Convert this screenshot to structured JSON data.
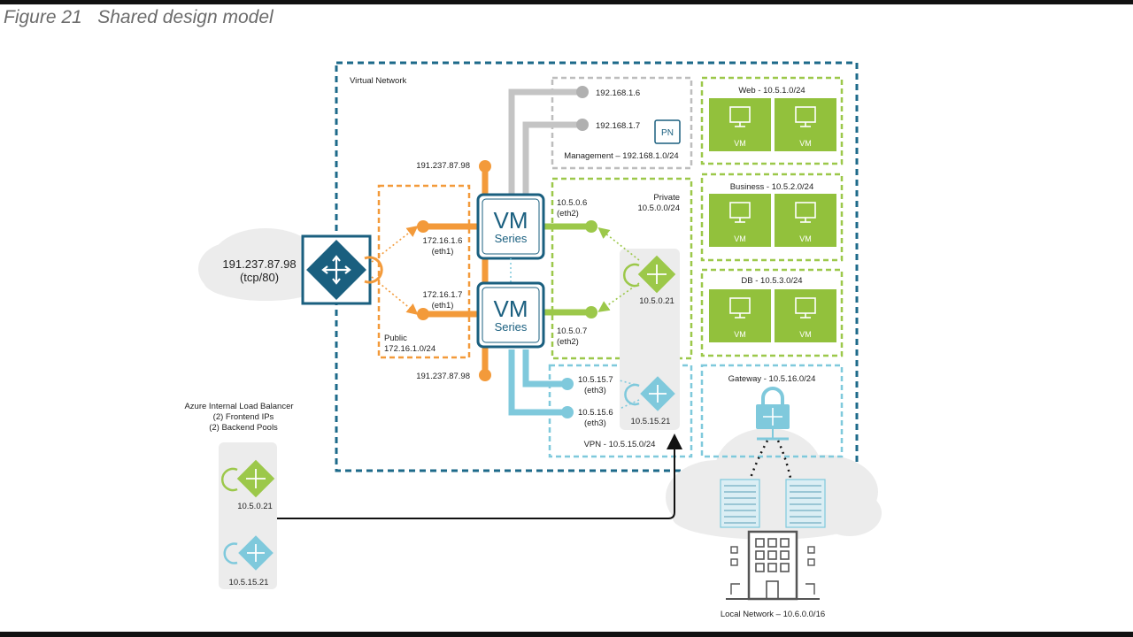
{
  "figure_caption": "Figure 21   Shared design model",
  "virtual_network_label": "Virtual Network",
  "internet": {
    "ip": "191.237.87.98",
    "port": "(tcp/80)"
  },
  "public": {
    "title": "Public",
    "subnet": "172.16.1.0/24",
    "top_ip": "191.237.87.98",
    "bottom_ip": "191.237.87.98",
    "eth1_a_ip": "172.16.1.6",
    "eth1_a_if": "(eth1)",
    "eth1_b_ip": "172.16.1.7",
    "eth1_b_if": "(eth1)"
  },
  "vm_series": {
    "line1": "VM",
    "line2": "Series"
  },
  "management": {
    "ip1": "192.168.1.6",
    "ip2": "192.168.1.7",
    "label": "Management – 192.168.1.0/24",
    "panorama": "PN"
  },
  "private": {
    "title": "Private",
    "subnet": "10.5.0.0/24",
    "eth2_a_ip": "10.5.0.6",
    "eth2_a_if": "(eth2)",
    "eth2_b_ip": "10.5.0.7",
    "eth2_b_if": "(eth2)",
    "lb_ip": "10.5.0.21"
  },
  "vpn": {
    "label": "VPN - 10.5.15.0/24",
    "eth3_a_ip": "10.5.15.7",
    "eth3_a_if": "(eth3)",
    "eth3_b_ip": "10.5.15.6",
    "eth3_b_if": "(eth3)",
    "lb_ip": "10.5.15.21"
  },
  "subnets": {
    "web": "Web - 10.5.1.0/24",
    "business": "Business - 10.5.2.0/24",
    "db": "DB - 10.5.3.0/24",
    "gateway": "Gateway - 10.5.16.0/24",
    "vm_label": "VM"
  },
  "azure_ilb": {
    "title": "Azure Internal Load Balancer",
    "line2": "(2) Frontend IPs",
    "line3": "(2) Backend Pools",
    "ip1": "10.5.0.21",
    "ip2": "10.5.15.21"
  },
  "local_network": "Local Network – 10.6.0.0/16",
  "colors": {
    "vnet_border": "#1d6a8a",
    "firewall": "#1a5f7f",
    "public": "#f39a3a",
    "private": "#9cc84a",
    "vm_fill": "#92c13c",
    "management": "#bdbdbd",
    "vpn": "#7fc9dc"
  }
}
